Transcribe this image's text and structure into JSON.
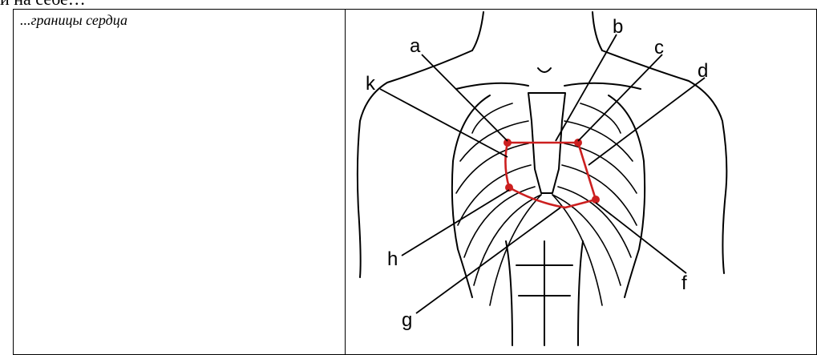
{
  "header": {
    "fragment": "и на себе…"
  },
  "table": {
    "left_cell": {
      "caption": "...границы сердца"
    },
    "right_cell": {
      "labels": {
        "a": "a",
        "b": "b",
        "c": "c",
        "d": "d",
        "k": "k",
        "h": "h",
        "g": "g",
        "f": "f"
      }
    }
  },
  "colors": {
    "border_outline": "#cc1f1f",
    "text": "#000000",
    "lines": "#000000"
  }
}
